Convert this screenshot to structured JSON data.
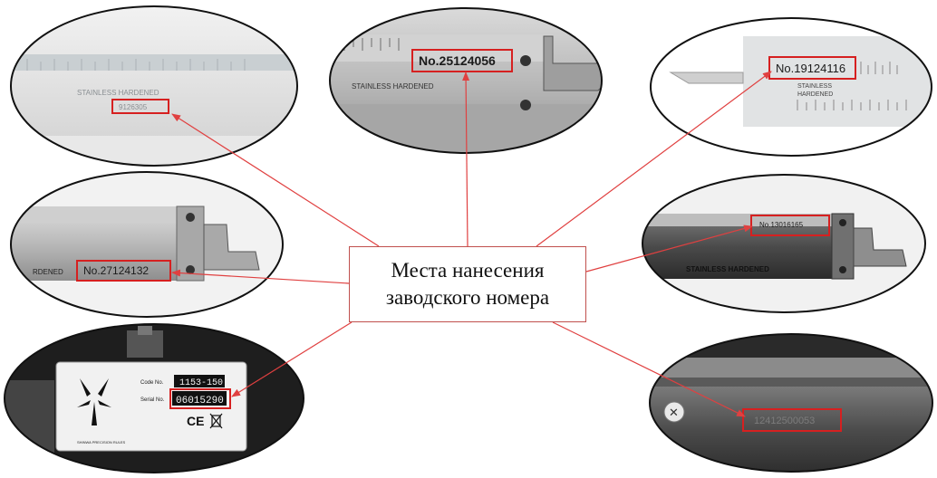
{
  "center_label": {
    "line1": "Места нанесения",
    "line2": "заводского номера"
  },
  "accent_color": "#d62020",
  "arrow_color": "#e04040",
  "photos": [
    {
      "id": "p1",
      "model": "ruler",
      "texts": [
        "STAINLESS  HARDENED",
        "9126305"
      ],
      "boxed_text": "9126305"
    },
    {
      "id": "p2",
      "model": "caliper-top",
      "texts": [
        "No.25124056",
        "STAINLESS  HARDENED"
      ],
      "boxed_text": "No.25124056"
    },
    {
      "id": "p3",
      "model": "caliper-right",
      "texts": [
        "No.19124116",
        "STAINLESS",
        "HARDENED"
      ],
      "boxed_text": "No.19124116"
    },
    {
      "id": "p4",
      "model": "caliper-left",
      "texts": [
        "RDENED",
        "No.27124132"
      ],
      "boxed_text": "No.27124132"
    },
    {
      "id": "p5",
      "model": "caliper-dark",
      "texts": [
        "No.13016165",
        "STAINLESS  HARDENED"
      ],
      "boxed_text": "No.13016165"
    },
    {
      "id": "p6",
      "model": "digital",
      "texts": [
        "Code No.",
        "1153-150",
        "Serial No.",
        "06015290",
        "CE",
        "SHINWA PRECISION RULES"
      ],
      "boxed_text": "06015290"
    },
    {
      "id": "p7",
      "model": "scale-dark",
      "texts": [
        "12412500053"
      ],
      "boxed_text": "12412500053"
    }
  ]
}
